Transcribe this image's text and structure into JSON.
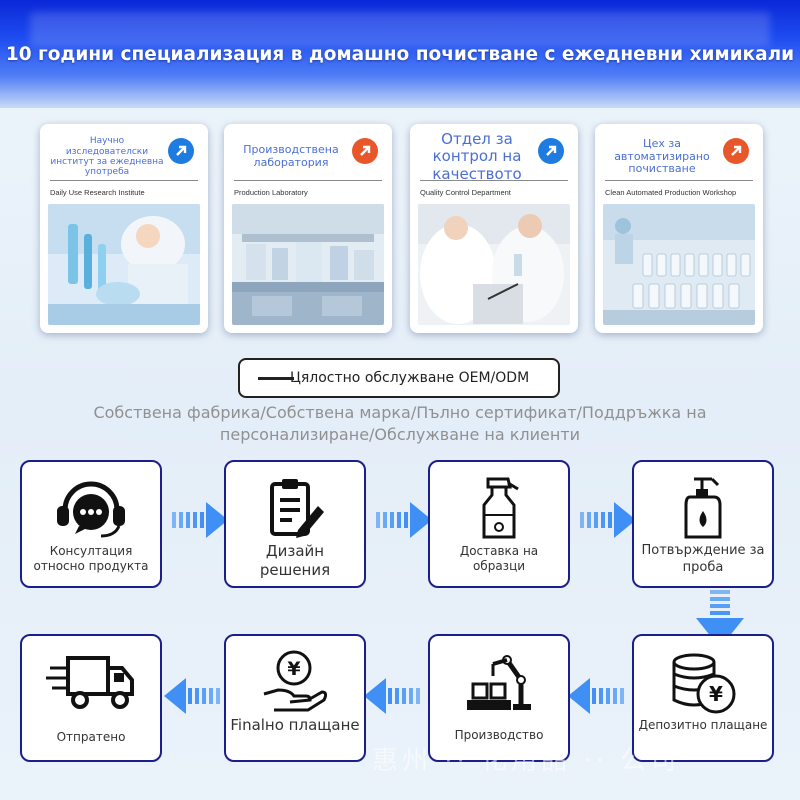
{
  "header": {
    "title": "10 години специализация в домашно почистване с ежедневни химикали"
  },
  "facilities": [
    {
      "name": "Научно изследователски институт за ежедневна употреба",
      "english": "Daily Use Research Institute",
      "badge_color": "#1e7be0"
    },
    {
      "name": "Производствена лаборатория",
      "english": "Production Laboratory",
      "badge_color": "#e8572a"
    },
    {
      "name": "Отдел за контрол на качеството",
      "english": "Quality Control Department",
      "badge_color": "#1e7be0"
    },
    {
      "name": "Цех за автоматизирано почистване",
      "english": "Clean Automated Production Workshop",
      "badge_color": "#e8572a"
    }
  ],
  "service": {
    "pill_label": "Цялостно обслужване OEM/ODM",
    "subtitle": "Собствена фабрика/Собствена марка/Пълно сертификат/Поддръжка на персонализиране/Обслужване на клиенти"
  },
  "steps": [
    {
      "label": "Консултация относно продукта",
      "icon": "headset-chat-icon"
    },
    {
      "label": "Дизайн решения",
      "icon": "clipboard-pen-icon"
    },
    {
      "label": "Доставка на образци",
      "icon": "spray-bottle-icon"
    },
    {
      "label": "Потвърждение за проба",
      "icon": "pump-bottle-icon"
    },
    {
      "label": "Депозитно плащане",
      "icon": "coin-stack-yen-icon"
    },
    {
      "label": "Производство",
      "icon": "robot-arm-icon"
    },
    {
      "label": "Finalно плащане",
      "icon": "hand-yen-coin-icon"
    },
    {
      "label": "Отпратено",
      "icon": "delivery-truck-icon"
    }
  ],
  "colors": {
    "step_border": "#1a1f8a",
    "arrow_blue": "#3f8ff5",
    "banner_blue": "#1e4cf0",
    "facility_text": "#4a6fd4"
  }
}
